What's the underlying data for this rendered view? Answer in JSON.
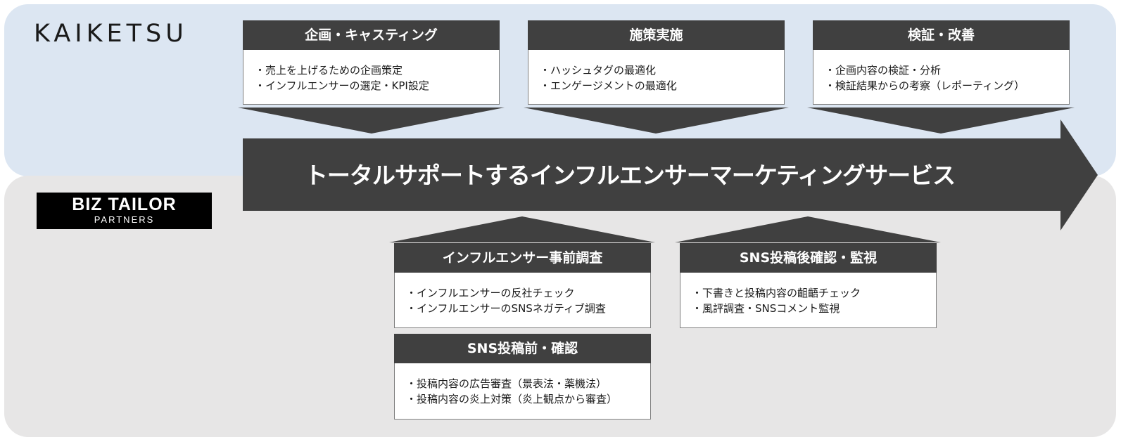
{
  "logos": {
    "kaiketsu": "KAIKETSU",
    "biztailor_main": "BIZ TAILOR",
    "biztailor_sub": "PARTNERS"
  },
  "main_arrow": {
    "label": "トータルサポートするインフルエンサーマーケティングサービス"
  },
  "top_boxes": [
    {
      "title": "企画・キャスティング",
      "items": [
        "・売上を上げるための企画策定",
        "・インフルエンサーの選定・KPI設定"
      ]
    },
    {
      "title": "施策実施",
      "items": [
        "・ハッシュタグの最適化",
        "・エンゲージメントの最適化"
      ]
    },
    {
      "title": "検証・改善",
      "items": [
        "・企画内容の検証・分析",
        "・検証結果からの考察（レポーティング）"
      ]
    }
  ],
  "bottom_boxes": [
    {
      "title": "インフルエンサー事前調査",
      "items": [
        "・インフルエンサーの反社チェック",
        "・インフルエンサーのSNSネガティブ調査"
      ]
    },
    {
      "title": "SNS投稿後確認・監視",
      "items": [
        "・下書きと投稿内容の齟齬チェック",
        "・風評調査・SNSコメント監視"
      ]
    },
    {
      "title": "SNS投稿前・確認",
      "items": [
        "・投稿内容の広告審査（景表法・薬機法）",
        "・投稿内容の炎上対策（炎上観点から審査）"
      ]
    }
  ],
  "colors": {
    "top_band": "#dce6f2",
    "bottom_band": "#e7e6e6",
    "dark": "#404040"
  }
}
